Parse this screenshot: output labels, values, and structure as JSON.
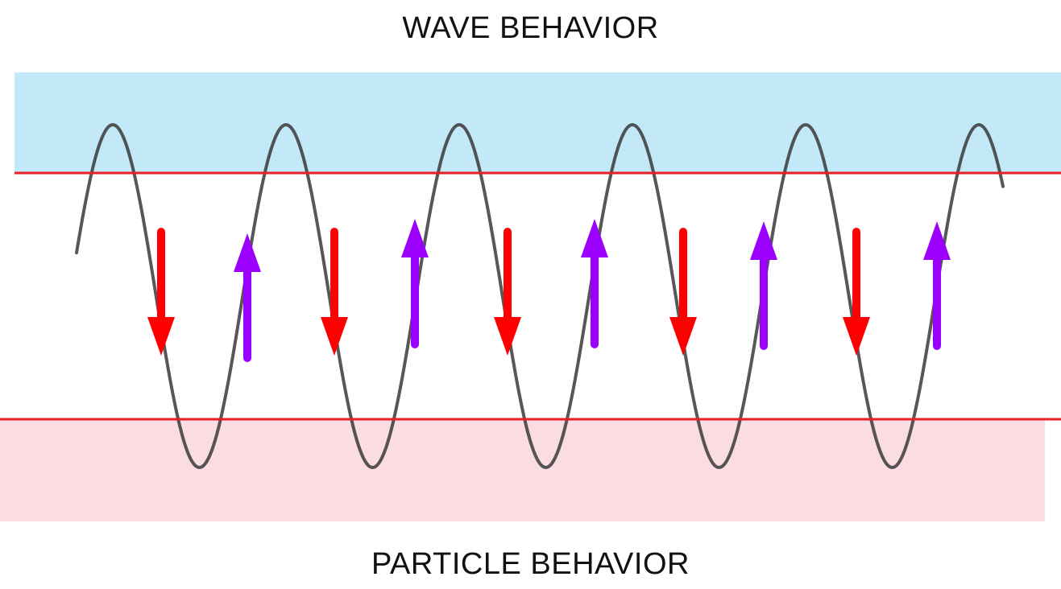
{
  "labels": {
    "top": "WAVE BEHAVIOR",
    "bottom": "PARTICLE BEHAVIOR"
  },
  "colors": {
    "wave_band": "#c3e9f8",
    "particle_band": "#fbdce2",
    "boundary_line": "#ee1c25",
    "down_arrow": "#ff0000",
    "up_arrow": "#9b00ff",
    "wave": "#3a3a3a"
  },
  "arrows": {
    "down_count": 5,
    "up_count": 5
  }
}
